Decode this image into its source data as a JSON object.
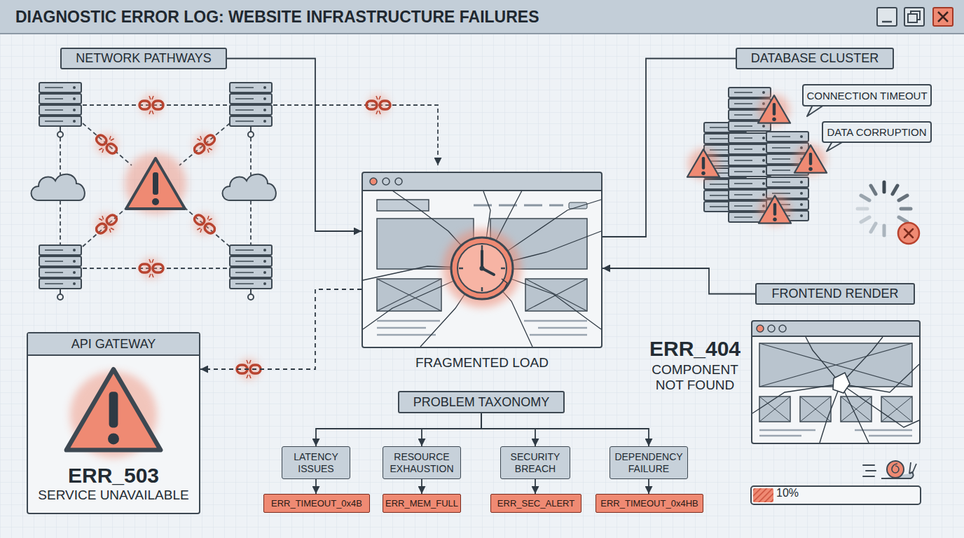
{
  "diagram": {
    "title": "DIAGNOSTIC ERROR LOG: WEBSITE INFRASTRUCTURE FAILURES",
    "nodes": [
      {
        "text": [
          "NETWORK PATHWAYS"
        ]
      },
      {
        "text": [
          "DATABASE CLUSTER"
        ]
      },
      {
        "text": [
          "CONNECTION TIMEOUT"
        ]
      },
      {
        "text": [
          "DATA CORRUPTION"
        ]
      },
      {
        "text": [
          "FRAGMENTED LOAD"
        ]
      },
      {
        "text": [
          "FRONTEND RENDER"
        ]
      },
      {
        "text": [
          "ERR_404",
          "COMPONENT NOT FOUND"
        ]
      },
      {
        "text": [
          "API GATEWAY",
          "ERR_503",
          "SERVICE UNAVAILABLE"
        ]
      },
      {
        "text": [
          "PROBLEM TAXONOMY"
        ]
      },
      {
        "text": [
          "LATENCY ISSUES"
        ]
      },
      {
        "text": [
          "RESOURCE EXHAUSTION"
        ]
      },
      {
        "text": [
          "SECURITY BREACH"
        ]
      },
      {
        "text": [
          "DEPENDENCY FAILURE"
        ]
      },
      {
        "text": [
          "ERR_TIMEOUT_0x4B"
        ]
      },
      {
        "text": [
          "ERR_MEM_FULL"
        ]
      },
      {
        "text": [
          "ERR_SEC_ALERT"
        ]
      },
      {
        "text": [
          "ERR_TIMEOUT_0x4HB"
        ]
      },
      {
        "text": [
          "10%"
        ]
      }
    ],
    "edges": [
      {
        "from": 0,
        "to": 4,
        "arrow": "to"
      },
      {
        "from": 4,
        "to": 1,
        "arrow": "none"
      },
      {
        "from": 5,
        "to": 4,
        "arrow": "to"
      },
      {
        "from": 4,
        "to": 7,
        "arrow": "to"
      },
      {
        "from": 8,
        "to": 9,
        "arrow": "to"
      },
      {
        "from": 8,
        "to": 10,
        "arrow": "to"
      },
      {
        "from": 8,
        "to": 11,
        "arrow": "to"
      },
      {
        "from": 8,
        "to": 12,
        "arrow": "to"
      },
      {
        "from": 9,
        "to": 13,
        "arrow": "to"
      },
      {
        "from": 10,
        "to": 14,
        "arrow": "to"
      },
      {
        "from": 11,
        "to": 15,
        "arrow": "to"
      },
      {
        "from": 12,
        "to": 16,
        "arrow": "to"
      }
    ]
  }
}
